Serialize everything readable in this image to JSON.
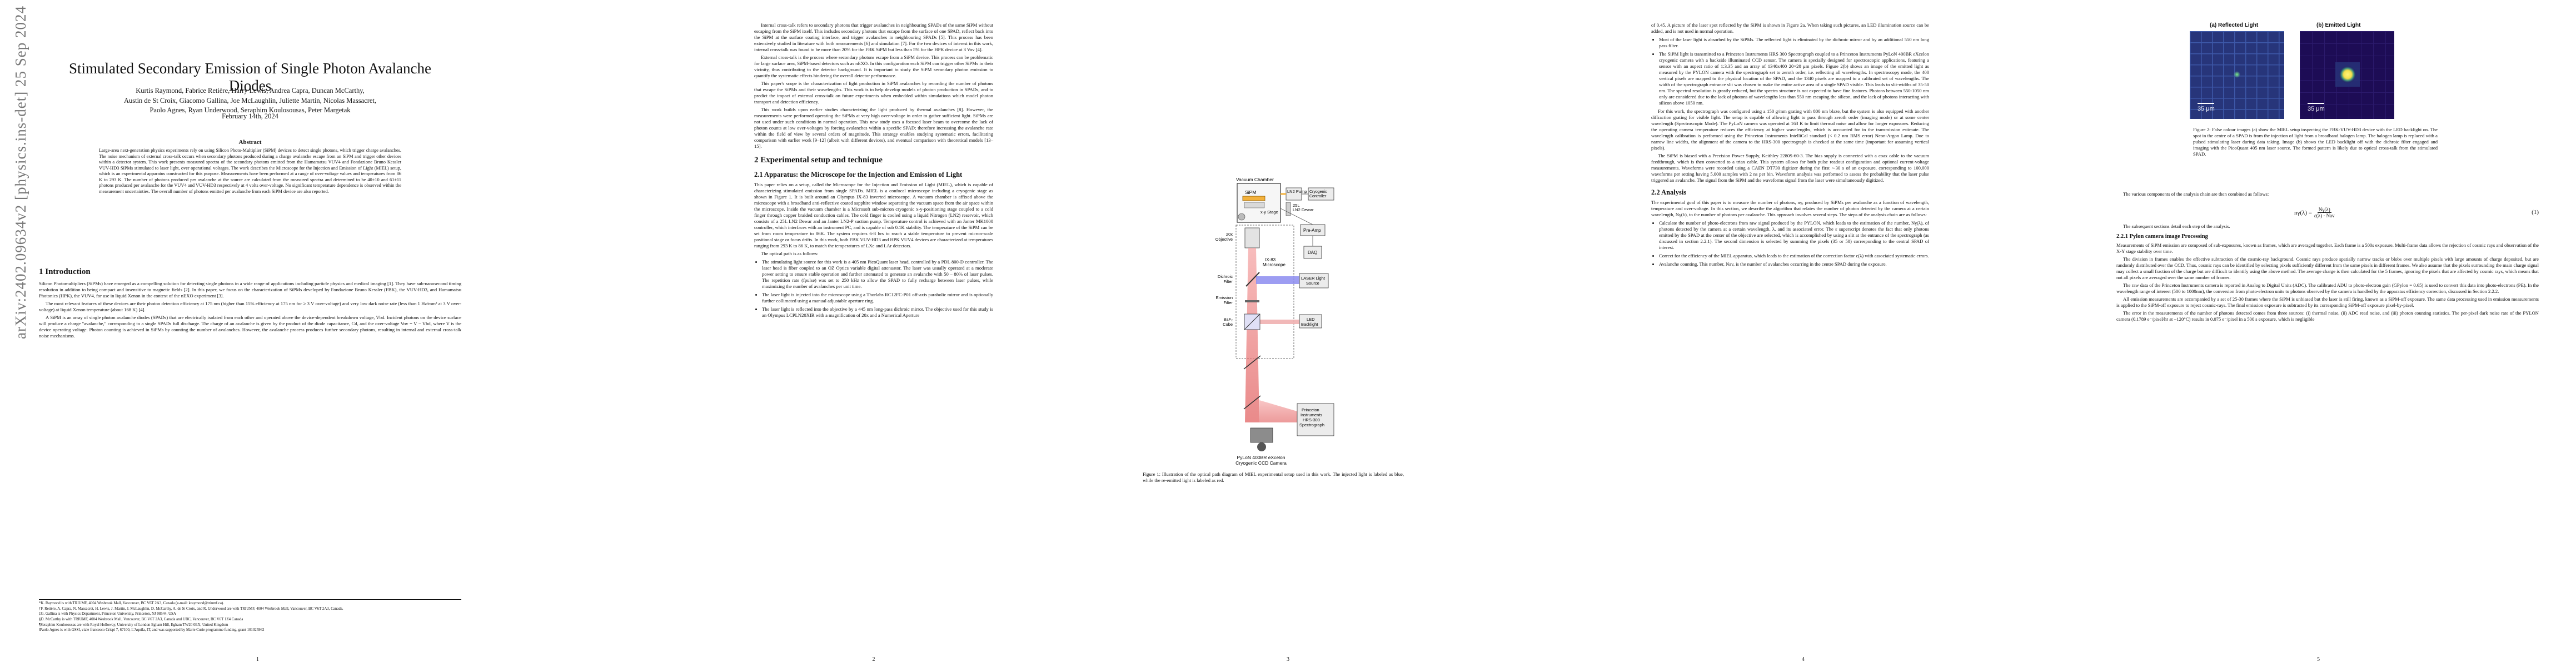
{
  "arxiv_stamp": "arXiv:2402.09634v2  [physics.ins-det]  25 Sep 2024",
  "page1": {
    "title": "Stimulated Secondary Emission of Single Photon Avalanche Diodes",
    "authors_line1": "Kurtis Raymond, Fabrice Retière, Harry Lewis, Andrea Capra, Duncan McCarthy,",
    "authors_line2": "Austin de St Croix, Giacomo Gallina, Joe McLaughlin, Juliette Martin, Nicolas Massacret,",
    "authors_line3": "Paolo Agnes, Ryan Underwood, Seraphim Koulosousas, Peter Margetak",
    "date": "February 14th, 2024",
    "abstract_title": "Abstract",
    "abstract": "Large-area next-generation physics experiments rely on using Silicon Photo-Multiplier (SiPM) devices to detect single photons, which trigger charge avalanches. The noise mechanism of external cross-talk occurs when secondary photons produced during a charge avalanche escape from an SiPM and trigger other devices within a detector system. This work presents measured spectra of the secondary photons emitted from the Hamamatsu VUV4 and Fondazione Bruno Kessler VUV-HD3 SiPMs stimulated to laser light, over operational voltages. The work describes the Microscope for the Injection and Emission of Light (MIEL) setup, which is an experimental apparatus constructed for this purpose. Measurements have been performed at a range of over-voltage values and temperatures from 86 K to 293 K. The number of photons produced per avalanche at the source are calculated from the measured spectra and determined to be 40±10 and 61±11 photons produced per avalanche for the VUV4 and VUV-HD3 respectively at 4 volts over-voltage. No significant temperature dependence is observed within the measurement uncertainties. The overall number of photons emitted per avalanche from each SiPM device are also reported.",
    "sec1": "1   Introduction",
    "intro_p1": "Silicon Photomultipliers (SiPMs) have emerged as a compelling solution for detecting single photons in a wide range of applications including particle physics and medical imaging [1]. They have sub-nanosecond timing resolution in addition to being compact and insensitive to magnetic fields [2]. In this paper, we focus on the characterization of SiPMs developed by Fondazione Bruno Kessler (FBK), the VUV-HD3, and Hamamatsu Photonics (HPK), the VUV4, for use in liquid Xenon in the context of the nEXO experiment [3].",
    "intro_p2": "The most relevant features of these devices are their photon detection efficiency at 175 nm (higher than 15% efficiency at 175 nm for ≥ 3 V over-voltage) and very low dark noise rate (less than 1 Hz/mm² at 3 V over-voltage) at liquid Xenon temperature (about 168 K) [4].",
    "intro_p3": "A SiPM is an array of single photon avalanche diodes (SPADs) that are electrically isolated from each other and operated above the device-dependent breakdown voltage, Vbd. Incident photons on the device surface will produce a charge \"avalanche,\" corresponding to a single SPADs full discharge. The charge of an avalanche is given by the product of the diode capacitance, Cd, and the over-voltage Vov = V − Vbd, where V is the device operating voltage. Photon counting is achieved in SiPMs by counting the number of avalanches. However, the avalanche process produces further secondary photons, resulting in internal and external cross-talk noise mechanisms.",
    "footnotes": [
      "*K. Raymond is with TRIUMF, 4004 Wesbrook Mall, Vancouver, BC V6T 2A3, Canada (e-mail: kraymond@triumf.ca).",
      "†F. Retière, A. Capra, N. Massacret, H. Lewis, J. Martin, J. McLaughlin, D. McCarthy, A. de St Croix, and R. Underwood are with TRIUMF, 4004 Wesbrook Mall, Vancouver, BC V6T 2A3, Canada.",
      "‡G. Gallina is with Physics Department, Princeton University, Princeton, NJ 08544, USA",
      "§D. McCarthy is with TRIUMF, 4004 Wesbrook Mall, Vancouver, BC V6T 2A3, Canada and UBC, Vancouver, BC V6T 1Z4 Canada",
      "¶Seraphim Koulosousas are with Royal Holloway, University of London Egham Hill, Egham TW20 0EX, United Kingdom",
      "‖Paolo Agnes is with GSSI, viale francesco Crispi 7, 67100, L'Aquila, IT, and was supported by Marie Curie programme funding, grant 101025962"
    ],
    "page_number": "1"
  },
  "page2": {
    "p1": "Internal cross-talk refers to secondary photons that trigger avalanches in neighbouring SPADs of the same SiPM without escaping from the SiPM itself. This includes secondary photons that escape from the surface of one SPAD, reflect back into the SiPM at the surface coating interface, and trigger avalanches in neighbouring SPADs [5]. This process has been extensively studied in literature with both measurements [6] and simulation [7]. For the two devices of interest in this work, internal cross-talk was found to be more than 20% for the FBK SiPM but less than 5% for the HPK device at 3 Vov [4].",
    "p2": "External cross-talk is the process where secondary photons escape from a SiPM device. This process can be problematic for large surface area, SiPM-based detectors such as nEXO. In this configuration each SiPM can trigger other SiPMs in their vicinity, thus contributing to the detector background. It is important to study the SiPM secondary photon emission to quantify the systematic effects hindering the overall detector performance.",
    "p3": "This paper's scope is the characterization of light production in SiPM avalanches by recording the number of photons that escape the SiPMs and their wavelengths. This work is to help develop models of photon production in SPADs, and to predict the impact of external cross-talk on future experiments when embedded within simulations which model photon transport and detection efficiency.",
    "p4": "This work builds upon earlier studies characterizing the light produced by thermal avalanches [8]. However, the measurements were performed operating the SiPMs at very high over-voltage in order to gather sufficient light. SiPMs are not used under such conditions in normal operation. This new study uses a focused laser beam to overcome the lack of photon counts at low over-voltages by forcing avalanches within a specific SPAD; therefore increasing the avalanche rate within the field of view by several orders of magnitude. This strategy enables studying systematic errors, facilitating comparison with earlier work [9–12] (albeit with different devices), and eventual comparison with theoretical models [13–15].",
    "sec2": "2   Experimental setup and technique",
    "sub21": "2.1   Apparatus: the Microscope for the Injection and Emission of Light",
    "p5": "This paper relies on a setup, called the Microscope for the Injection and Emission of Light (MIEL), which is capable of characterizing stimulated emission from single SPADs. MIEL is a confocal microscope including a cryogenic stage as shown in Figure 1. It is built around an Olympus IX-83 inverted microscope. A vacuum chamber is affixed above the microscope with a broadband anti-reflective coated sapphire window separating the vacuum space from the air space within the microscope. Inside the vacuum chamber is a Microsoft sub-micron cryogenic x-y-positioning stage coupled to a cold finger through copper braided conduction cables. The cold finger is cooled using a liquid Nitrogen (LN2) reservoir, which consists of a 25L LN2 Dewar and an Janter LN2-P suction pump. Temperature control is achieved with an Janter MK1000 controller, which interfaces with an instrument PC, and is capable of sub 0.1K stability. The temperature of the SiPM can be set from room temperature to 86K. The system requires 6-8 hrs to reach a stable temperature to prevent micron-scale positional stage or focus drifts. In this work, both FBK VUV-HD3 and HPK VUV4 devices are characterized at temperatures ranging from 293 K to 86 K, to match the temperatures of LXe and LAr detectors.",
    "p6": "The optical path is as follows:",
    "li1": "The stimulating light source for this work is a 405 nm PicoQuant laser head, controlled by a PDL 800-D controller. The laser head is fiber coupled to an OZ Optics variable digital attenuator. The laser was usually operated at a moderate power setting to ensure stable operation and further attenuated to generate an avalanche with 50 – 80% of laser pulses. The repetition rate (fpulse) was set to 250 kHz to allow the SPAD to fully recharge between laser pulses, while maximizing the number of avalanches per unit time.",
    "li2": "The laser light is injected into the microscope using a Thorlabs RC12FC-P01 off-axis parabolic mirror and is optionally further collimated using a manual adjustable aperture ring.",
    "li3": "The laser light is reflected into the objective by a 445 nm long-pass dichroic mirror. The objective used for this study is an Olympus LCPLN20XIR with a magnification of 20x and a Numerical Aperture",
    "page_number": "2"
  },
  "page3": {
    "diagram": {
      "vacuum_chamber": "Vacuum Chamber",
      "sipm": "SiPM",
      "xy_stage": "x-y Stage",
      "ln2_pump": "LN2 Pump",
      "cryo_ctrl_1": "Cryogenic",
      "cryo_ctrl_2": "Controller",
      "dewar_1": "25L",
      "dewar_2": "LN2 Dewar",
      "preamp": "Pre-Amp",
      "daq": "DAQ",
      "objective_1": "20x",
      "objective_2": "Objective",
      "microscope_1": "IX-83",
      "microscope_2": "Microscope",
      "dichroic_1": "Dichroic",
      "dichroic_2": "Filter",
      "emission_1": "Emission",
      "emission_2": "Filter",
      "baf_1": "BaF₂",
      "baf_2": "Cube",
      "laser_1": "LASER Light",
      "laser_2": "Source",
      "led_1": "LED",
      "led_2": "Backlight",
      "spectro_1": "Princeton",
      "spectro_2": "Instruments",
      "spectro_3": "HRS-300",
      "spectro_4": "Spectrograph",
      "camera_1": "PyLoN 400BR eXcelon",
      "camera_2": "Cryogenic CCD Camera"
    },
    "caption": "Figure 1: Illustration of the optical path diagram of MIEL experimental setup used in this work. The injected light is labeled as blue, while the re-emitted light is labeled as red.",
    "page_number": "3"
  },
  "page4": {
    "p1": "of 0.45. A picture of the laser spot reflected by the SiPM is shown in Figure 2a. When taking such pictures, an LED illumination source can be added, and is not used in normal operation.",
    "li1": "Most of the laser light is absorbed by the SiPMs. The reflected light is eliminated by the dichroic mirror and by an additional 550 nm long pass filter.",
    "li2": "The SiPM light is transmitted to a Princeton Instruments HRS 300 Spectrograph coupled to a Princeton Instruments PyLoN 400BR eXcelon cryogenic camera with a backside illuminated CCD sensor. The camera is specially designed for spectroscopic applications, featuring a sensor with an aspect ratio of 1:3.35 and an array of 1340x400 20×20 μm pixels. Figure 2(b) shows an image of the emitted light as measured by the PYLON camera with the spectrograph set to zeroth order, i.e. reflecting all wavelengths. In spectroscopy mode, the 400 vertical pixels are mapped to the physical location of the SPAD, and the 1340 pixels are mapped to a calibrated set of wavelengths. The width of the spectrograph entrance slit was chosen to make the entire active area of a single SPAD visible. This leads to slit-widths of 35-50 nm. The spectral resolution is greatly reduced, but the spectra structure is not expected to have fine features. Photons between 550-1050 nm only are considered due to the lack of photons of wavelengths less than 550 nm escaping the silicon, and the lack of photons interacting with silicon above 1050 nm.",
    "p2": "For this work, the spectrograph was configured using a 150 g/mm grating with 800 nm blaze, but the system is also equipped with another diffraction grating for visible light. The setup is capable of allowing light to pass through zeroth order (imaging mode) or at some center wavelength (Spectroscopic Mode). The PyLoN camera was operated at 163 K to limit thermal noise and allow for longer exposures. Reducing the operating camera temperature reduces the efficiency at higher wavelengths, which is accounted for in the transmission estimate. The wavelength calibration is performed using the Princeton Instruments IntelliCal standard (< 0.2 nm RMS error) Neon-Argon Lamp. Due to narrow line widths, the alignment of the camera to the HRS-300 spectrograph is checked at the same time (important for assuming vertical pixels).",
    "p3": "The SiPM is biased with a Precision Power Supply, Keithley 2280S-60-3. The bias supply is connected with a coax cable to the vacuum feedthrough, which is then converted to a triax cable. This system allows for both pulse readout configuration and optional current-voltage measurements. Waveforms were recorded using a CAEN DT730 digitizer during the first ∼30 s of an exposure, corresponding to 100,000 waveforms per setting having 5,000 samples with 2 ns per bin. Waveform analysis was performed to assess the probability that the laser pulse triggered an avalanche. The signal from the SiPM and the waveforms signal from the laser were simultaneously digitized.",
    "sub22": "2.2   Analysis",
    "p4": "The experimental goal of this paper is to measure the number of photons, nγ, produced by SiPMs per avalanche as a function of wavelength, temperature and over-voltage. In this section, we describe the algorithm that relates the number of photon detected by the camera at a certain wavelength, Nγ(λ), to the number of photons per avalanche. This approach involves several steps. The steps of the analysis chain are as follows:",
    "li3": "Calculate the number of photo-electrons from raw signal produced by the PYLON, which leads to the estimation of the number, Nγ(λ), of photons detected by the camera at a certain wavelength, λ, and its associated error. The ε superscript denotes the fact that only photons emitted by the SPAD at the center of the objective are selected, which is accomplished by using a slit at the entrance of the spectrograph (as discussed in section 2.2.1). The second dimension is selected by summing the pixels (35 or 50) corresponding to the central SPAD of interest.",
    "li4": "Correct for the efficiency of the MIEL apparatus, which leads to the estimation of the correction factor ε(λ) with associated systematic errors.",
    "li5": "Avalanche counting. This number, Nav, is the number of avalanches occurring in the centre SPAD during the exposure.",
    "page_number": "4"
  },
  "page5": {
    "panel_a": "(a) Reflected Light",
    "panel_b": "(b) Emitted Light",
    "scale_a": "35 μm",
    "scale_b": "35 μm",
    "caption": "Figure 2: False colour images (a) show the MIEL setup inspecting the FBK-VUV-HD3 device with the LED backlight on. The spot in the centre of a SPAD is from the injection of light from a broadband halogen lamp. The halogen lamp is replaced with a pulsed stimulating laser during data taking. Image (b) shows the LED backlight off with the dichroic filter engaged and imaging with the PicoQuant 405 nm laser source. The formed pattern is likely due to optical cross-talk from the stimulated SPAD.",
    "p1": "The various components of the analysis chain are then combined as follows:",
    "eq_lhs": "nγ(λ) = ",
    "eq_num_top": "Nγ(λ)",
    "eq_den": "ε(λ) · Nav",
    "eq_number": "(1)",
    "p2": "The subsequent sections detail each step of the analysis.",
    "sub221": "2.2.1   Pylon camera image Processing",
    "p3": "Measurements of SiPM emission are composed of sub-exposures, known as frames, which are averaged together. Each frame is a 500s exposure. Multi-frame data allows the rejection of cosmic rays and observation of the X-Y stage stability over time.",
    "p4": "The division in frames enables the effective subtraction of the cosmic-ray background. Cosmic rays produce spatially narrow tracks or blobs over multiple pixels with large amounts of charge deposited, but are randomly distributed over the CCD. Thus, cosmic rays can be identified by selecting pixels sufficiently different from the same pixels in different frames. We also assume that the pixels surrounding the main charge signal may collect a small fraction of the charge but are difficult to identify using the above method. The average charge is then calculated for the 5 frames, ignoring the pixels that are affected by cosmic rays, which means that not all pixels are averaged over the same number of frames.",
    "p5": "The raw data of the Princeton Instruments camera is reported in Analog to Digital Units (ADC). The calibrated ADU to photo-electron gain (GPylon = 0.65) is used to convert this data into photo-electrons (PE). In the wavelength range of interest (500 to 1000nm), the conversion from photo-electron units to photons observed by the camera is handled by the apparatus efficiency correction, discussed in Section 2.2.2.",
    "p6": "All emission measurements are accompanied by a set of 25-30 frames where the SiPM is unbiased but the laser is still firing, known as a SiPM-off exposure. The same data processing used in emission measurements is applied to the SiPM-off exposure to reject cosmic-rays. The final emission exposure is subtracted by its corresponding SiPM-off exposure pixel-by-pixel.",
    "p7": "The error in the measurements of the number of photons detected comes from three sources: (i) thermal noise, (ii) ADC read noise, and (iii) photon counting statistics. The per-pixel dark noise rate of the PYLON camera (0.1789 e⁻/pixel/hr at −120°C) results in 0.075 e⁻/pixel in a 500 s exposure, which is negligible",
    "page_number": "5"
  }
}
